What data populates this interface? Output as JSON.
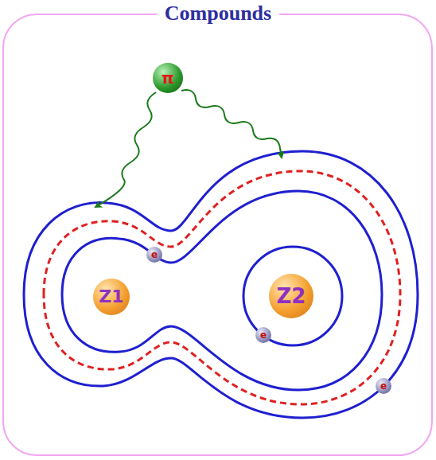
{
  "diagram": {
    "title": "Compounds",
    "nodes": [
      {
        "text": [
          "π"
        ]
      },
      {
        "text": [
          "Z1"
        ]
      },
      {
        "text": [
          "Z2"
        ]
      },
      {
        "text": [
          "e"
        ]
      },
      {
        "text": [
          "e"
        ]
      },
      {
        "text": [
          "e"
        ]
      }
    ]
  }
}
